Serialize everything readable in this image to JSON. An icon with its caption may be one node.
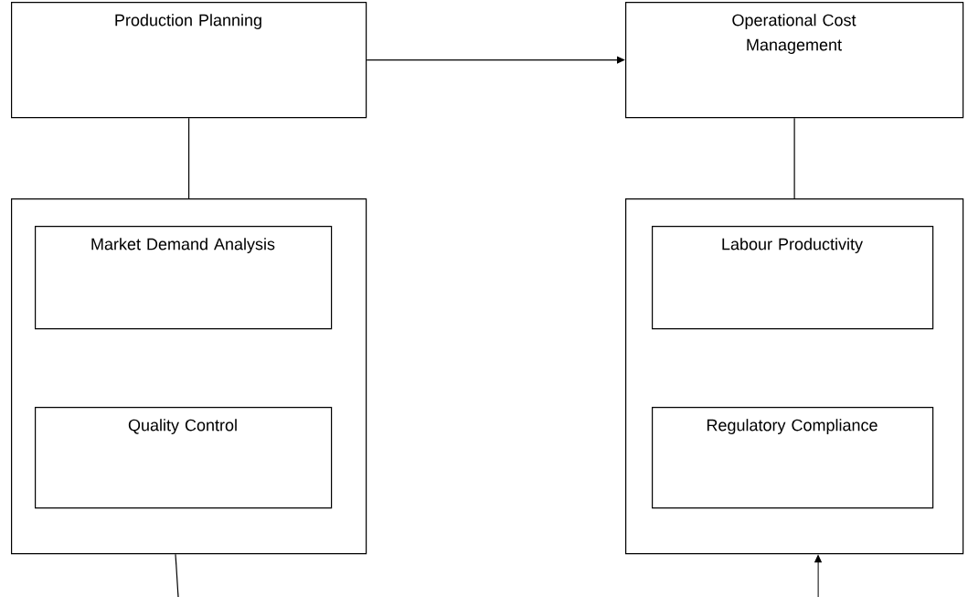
{
  "diagram": {
    "nodes": [
      {
        "text": [
          "Production Planning"
        ]
      },
      {
        "text": [
          "Operational Cost Management"
        ]
      },
      {
        "text": [],
        "shape": "box"
      },
      {
        "text": [
          "Market Demand Analysis"
        ],
        "in": 2
      },
      {
        "text": [
          "Quality Control"
        ],
        "in": 2
      },
      {
        "text": [],
        "shape": "box"
      },
      {
        "text": [
          "Labour Productivity"
        ],
        "in": 5
      },
      {
        "text": [
          "Regulatory Compliance"
        ],
        "in": 5
      }
    ],
    "edges": [
      {
        "from": 0,
        "to": 1,
        "arrow": "to"
      },
      {
        "from": 0,
        "to": 2,
        "arrow": "none"
      },
      {
        "from": 1,
        "to": 5,
        "arrow": "none"
      },
      {
        "from": 2,
        "to": null,
        "arrow": "none"
      },
      {
        "from": null,
        "to": 5,
        "arrow": "to"
      }
    ]
  }
}
